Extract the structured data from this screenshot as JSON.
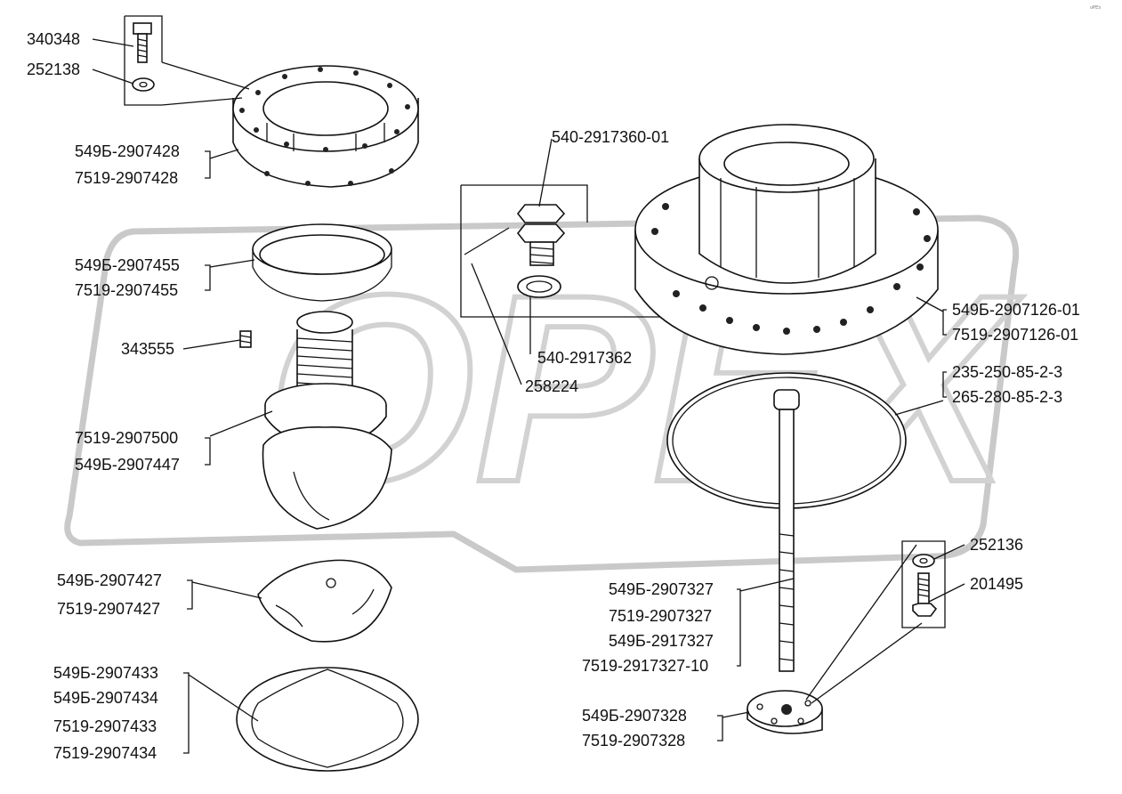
{
  "labels": {
    "l340348": "340348",
    "l252138": "252138",
    "l549b_2907428": "549Б-2907428",
    "l7519_2907428": "7519-2907428",
    "l549b_2907455": "549Б-2907455",
    "l7519_2907455": "7519-2907455",
    "l343555": "343555",
    "l7519_2907500": "7519-2907500",
    "l549b_2907447": "549Б-2907447",
    "l549b_2907427": "549Б-2907427",
    "l7519_2907427": "7519-2907427",
    "l549b_2907433": "549Б-2907433",
    "l549b_2907434": "549Б-2907434",
    "l7519_2907433": "7519-2907433",
    "l7519_2907434": "7519-2907434",
    "l540_2917360_01": "540-2917360-01",
    "l540_2917362": "540-2917362",
    "l258224": "258224",
    "l549b_2907126_01": "549Б-2907126-01",
    "l7519_2907126_01": "7519-2907126-01",
    "l235_250_85_2_3": "235-250-85-2-3",
    "l265_280_85_2_3": "265-280-85-2-3",
    "l252136": "252136",
    "l201495": "201495",
    "l549b_2907327": "549Б-2907327",
    "l7519_2907327": "7519-2907327",
    "l549b_2917327": "549Б-2917327",
    "l7519_2917327_10": "7519-2917327-10",
    "l549b_2907328": "549Б-2907328",
    "l7519_2907328": "7519-2907328"
  },
  "watermark": {
    "brand_text": "OPEX",
    "corner_mark": "ᵒᴾᴱˣ"
  }
}
